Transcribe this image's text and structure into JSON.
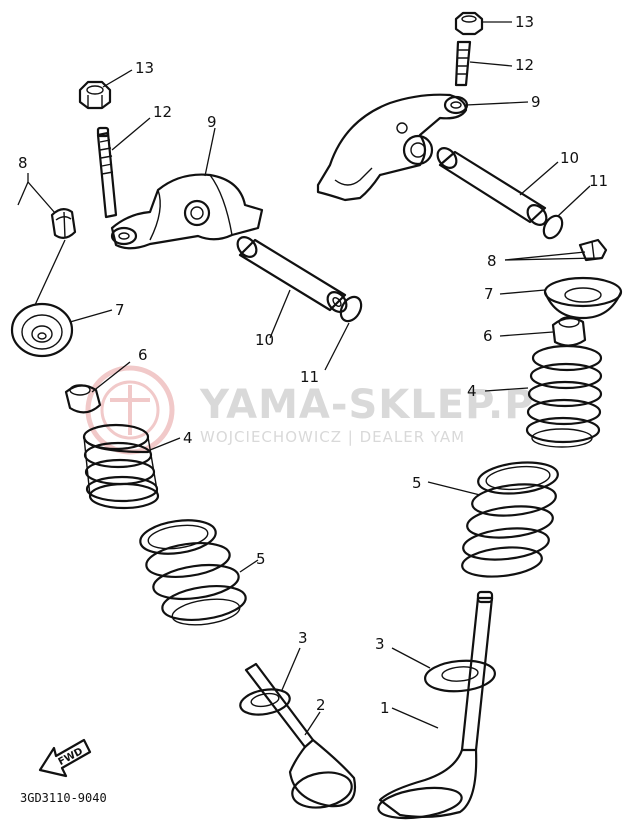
{
  "watermark": {
    "brand": "YAMA-SKLEP.P",
    "tagline": "WOJCIECHOWICZ | DEALER YAM",
    "color": "#d9d9d9",
    "logo_color": "#f1c9c9"
  },
  "diagram_code": "3GD3110-9040",
  "fwd_label": "FWD",
  "callouts": {
    "c1": "1",
    "c2": "2",
    "c3a": "3",
    "c3b": "3",
    "c4a": "4",
    "c4b": "4",
    "c5a": "5",
    "c5b": "5",
    "c6a": "6",
    "c6b": "6",
    "c7a": "7",
    "c7b": "7",
    "c8a": "8",
    "c8b": "8",
    "c9a": "9",
    "c9b": "9",
    "c10a": "10",
    "c10b": "10",
    "c11a": "11",
    "c11b": "11",
    "c12a": "12",
    "c12b": "12",
    "c13a": "13",
    "c13b": "13"
  }
}
